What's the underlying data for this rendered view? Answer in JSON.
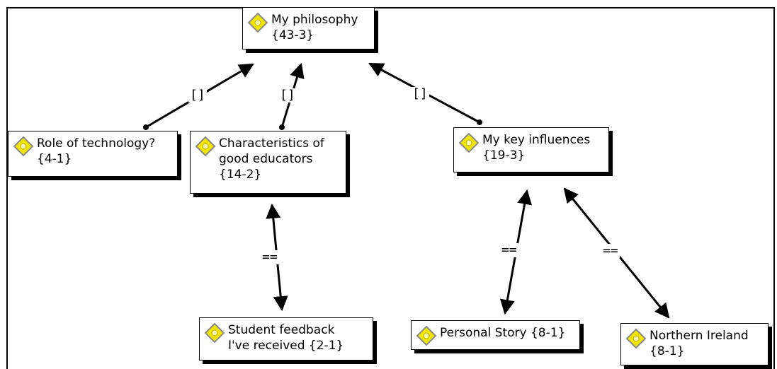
{
  "nodes": {
    "philosophy": {
      "lines": [
        "My philosophy",
        "{43-3}"
      ]
    },
    "technology": {
      "lines": [
        "Role of technology?",
        "{4-1}"
      ]
    },
    "educators": {
      "lines": [
        "Characteristics of",
        "good educators",
        "{14-2}"
      ]
    },
    "influences": {
      "lines": [
        "My key  influences",
        "{19-3}"
      ]
    },
    "feedback": {
      "lines": [
        "Student feedback",
        "I've received {2-1}"
      ]
    },
    "personal": {
      "lines": [
        "Personal Story {8-1}"
      ]
    },
    "ireland": {
      "lines": [
        "Northern Ireland",
        "{8-1}"
      ]
    }
  },
  "edges": {
    "technology_to_philosophy": "[]",
    "educators_to_philosophy": "[]",
    "influences_to_philosophy": "[]",
    "educators_feedback": "==",
    "influences_personal": "==",
    "influences_ireland": "=="
  },
  "icon": "concept-node-icon",
  "colors": {
    "icon_fill": "#f2e600",
    "icon_border": "#8a8a8a",
    "line": "#000000"
  }
}
